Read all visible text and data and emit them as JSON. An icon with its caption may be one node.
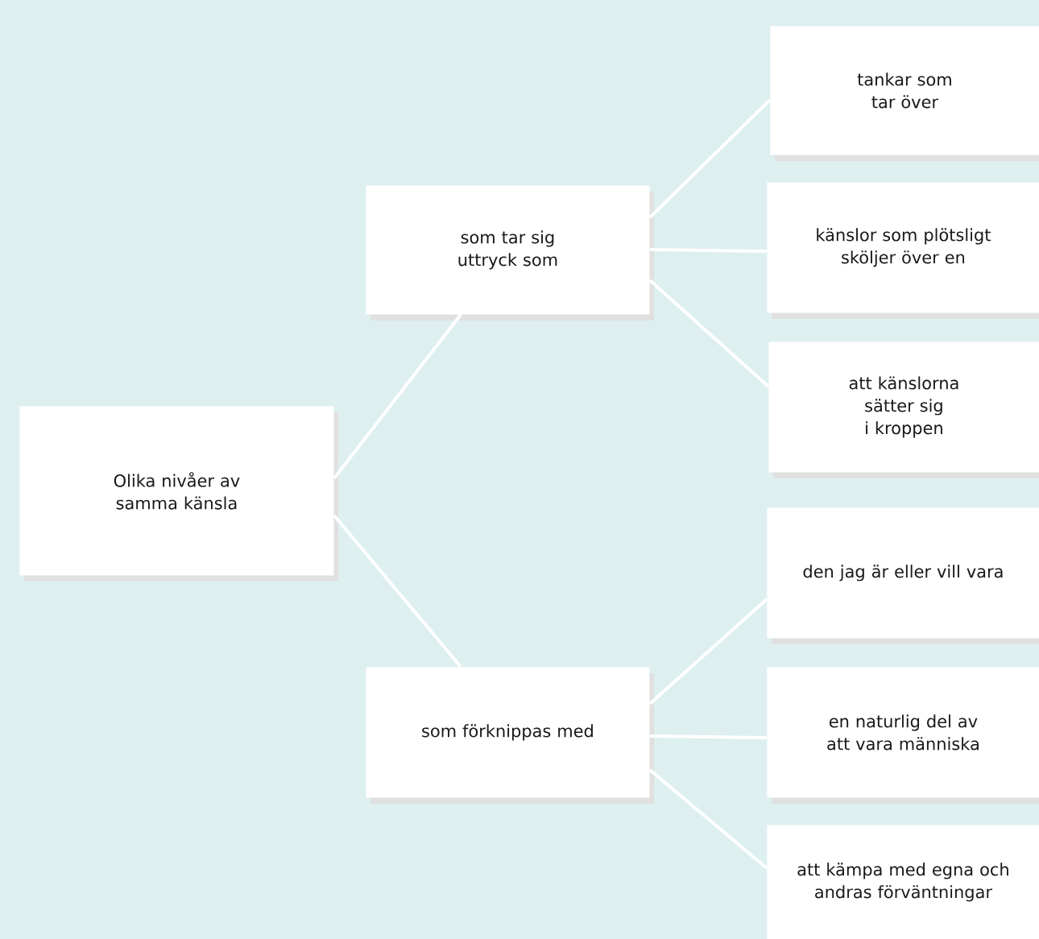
{
  "diagram": {
    "nodes": [
      {
        "text": [
          "Olika nivåer av samma känsla"
        ]
      },
      {
        "text": [
          "som tar sig uttryck som"
        ]
      },
      {
        "text": [
          "som förknippas med"
        ]
      },
      {
        "text": [
          "tankar som tar över"
        ]
      },
      {
        "text": [
          "känslor som plötsligt sköljer över en"
        ]
      },
      {
        "text": [
          "att känslorna sätter sig i kroppen"
        ]
      },
      {
        "text": [
          "den jag är eller vill vara"
        ]
      },
      {
        "text": [
          "en naturlig del av att vara människa"
        ]
      },
      {
        "text": [
          "att kämpa med egna och andras förväntningar"
        ]
      }
    ],
    "edges": [
      {
        "from": 0,
        "to": 1,
        "arrow": "none"
      },
      {
        "from": 0,
        "to": 2,
        "arrow": "none"
      },
      {
        "from": 1,
        "to": 3,
        "arrow": "none"
      },
      {
        "from": 1,
        "to": 4,
        "arrow": "none"
      },
      {
        "from": 1,
        "to": 5,
        "arrow": "none"
      },
      {
        "from": 2,
        "to": 6,
        "arrow": "none"
      },
      {
        "from": 2,
        "to": 7,
        "arrow": "none"
      },
      {
        "from": 2,
        "to": 8,
        "arrow": "none"
      }
    ]
  }
}
